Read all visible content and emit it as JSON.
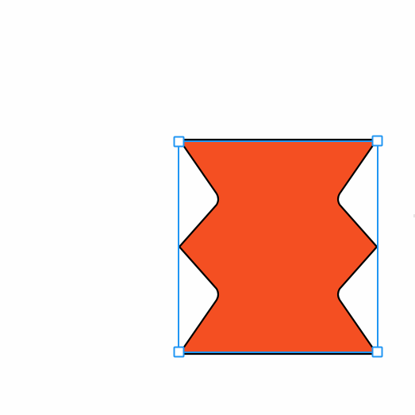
{
  "canvas": {
    "background": "#fefefe"
  },
  "shape": {
    "kind": "zigzag-hourglass",
    "fill": "#f44f22",
    "stroke": "#000000",
    "selected": true
  },
  "selection": {
    "color": "#2196f3",
    "handle_fill": "#ffffff",
    "handles": [
      "top-left",
      "top-right",
      "bottom-left",
      "bottom-right"
    ]
  }
}
